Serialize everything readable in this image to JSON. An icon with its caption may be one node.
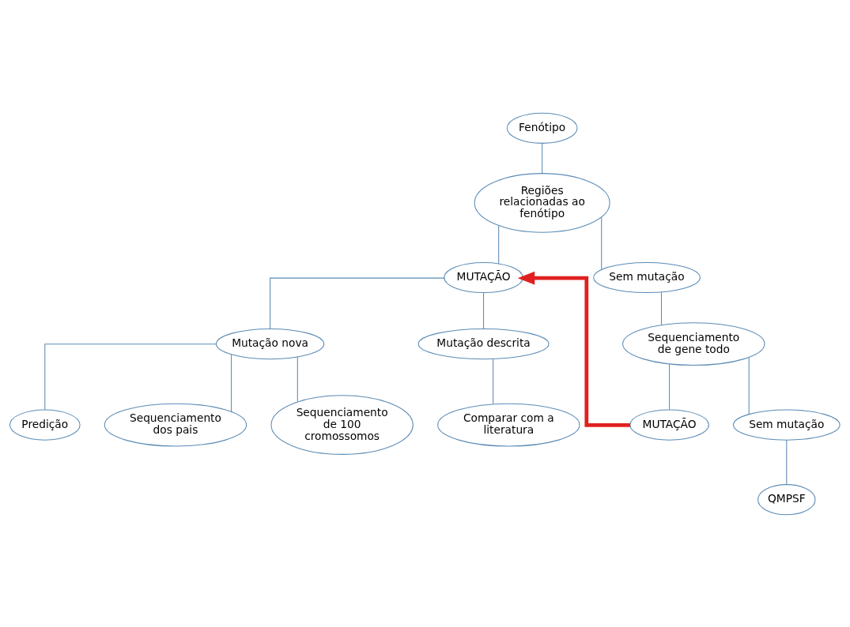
{
  "diagram": {
    "nodes": [
      {
        "text": [
          "Fenótipo"
        ]
      },
      {
        "text": [
          "Regiões relacionadas ao fenótipo"
        ]
      },
      {
        "text": [
          "MUTAÇÃO"
        ]
      },
      {
        "text": [
          "Sem mutação"
        ]
      },
      {
        "text": [
          "Mutação nova"
        ]
      },
      {
        "text": [
          "Mutação descrita"
        ]
      },
      {
        "text": [
          "Predição"
        ]
      },
      {
        "text": [
          "Sequenciamento dos pais"
        ]
      },
      {
        "text": [
          "Sequenciamento de 100 cromossomos"
        ]
      },
      {
        "text": [
          "Comparar com a literatura"
        ]
      },
      {
        "text": [
          "Sequenciamento de gene todo"
        ]
      },
      {
        "text": [
          "MUTAÇÃO"
        ]
      },
      {
        "text": [
          "Sem mutação"
        ]
      },
      {
        "text": [
          "QMPSF"
        ]
      }
    ],
    "edges": [
      {
        "from": 0,
        "to": 1,
        "arrow": "none"
      },
      {
        "from": 1,
        "to": 2,
        "arrow": "none"
      },
      {
        "from": 1,
        "to": 3,
        "arrow": "none"
      },
      {
        "from": 2,
        "to": 4,
        "arrow": "none"
      },
      {
        "from": 2,
        "to": 5,
        "arrow": "none"
      },
      {
        "from": 4,
        "to": 6,
        "arrow": "none"
      },
      {
        "from": 4,
        "to": 7,
        "arrow": "none"
      },
      {
        "from": 4,
        "to": 8,
        "arrow": "none"
      },
      {
        "from": 5,
        "to": 9,
        "arrow": "none"
      },
      {
        "from": 3,
        "to": 10,
        "arrow": "none"
      },
      {
        "from": 10,
        "to": 11,
        "arrow": "none"
      },
      {
        "from": 10,
        "to": 12,
        "arrow": "none"
      },
      {
        "from": 12,
        "to": 13,
        "arrow": "none"
      },
      {
        "from": 11,
        "to": 2,
        "arrow": "to",
        "style": "thick",
        "color": "#e02020"
      }
    ]
  }
}
